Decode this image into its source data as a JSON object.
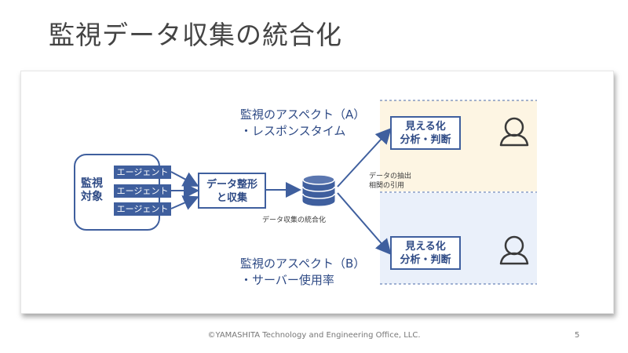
{
  "slide": {
    "title": "監視データ収集の統合化",
    "page_number": "5",
    "footer": "©YAMASHITA Technology and Engineering Office, LLC."
  },
  "diagram": {
    "target_label": "監視\n対象",
    "agents": [
      "エージェント",
      "エージェント",
      "エージェント"
    ],
    "collect_box": "データ整形\nと収集",
    "integration_label": "データ収集の統合化",
    "extract_label": "データの抽出\n相関の引用",
    "aspect_a": {
      "title": "監視のアスペクト（A）",
      "item": "・レスポンスタイム",
      "view_box": "見える化\n分析・判断"
    },
    "aspect_b": {
      "title": "監視のアスペクト（B）",
      "item": "・サーバー使用率",
      "view_box": "見える化\n分析・判断"
    },
    "colors": {
      "primary": "#3f5f9e",
      "text_blue": "#2e4a85",
      "zone_a_bg": "#fdf5e3",
      "zone_b_bg": "#eaf0fa",
      "zone_border": "#4a6aa8"
    },
    "icons": [
      "database-icon",
      "user-icon"
    ]
  }
}
